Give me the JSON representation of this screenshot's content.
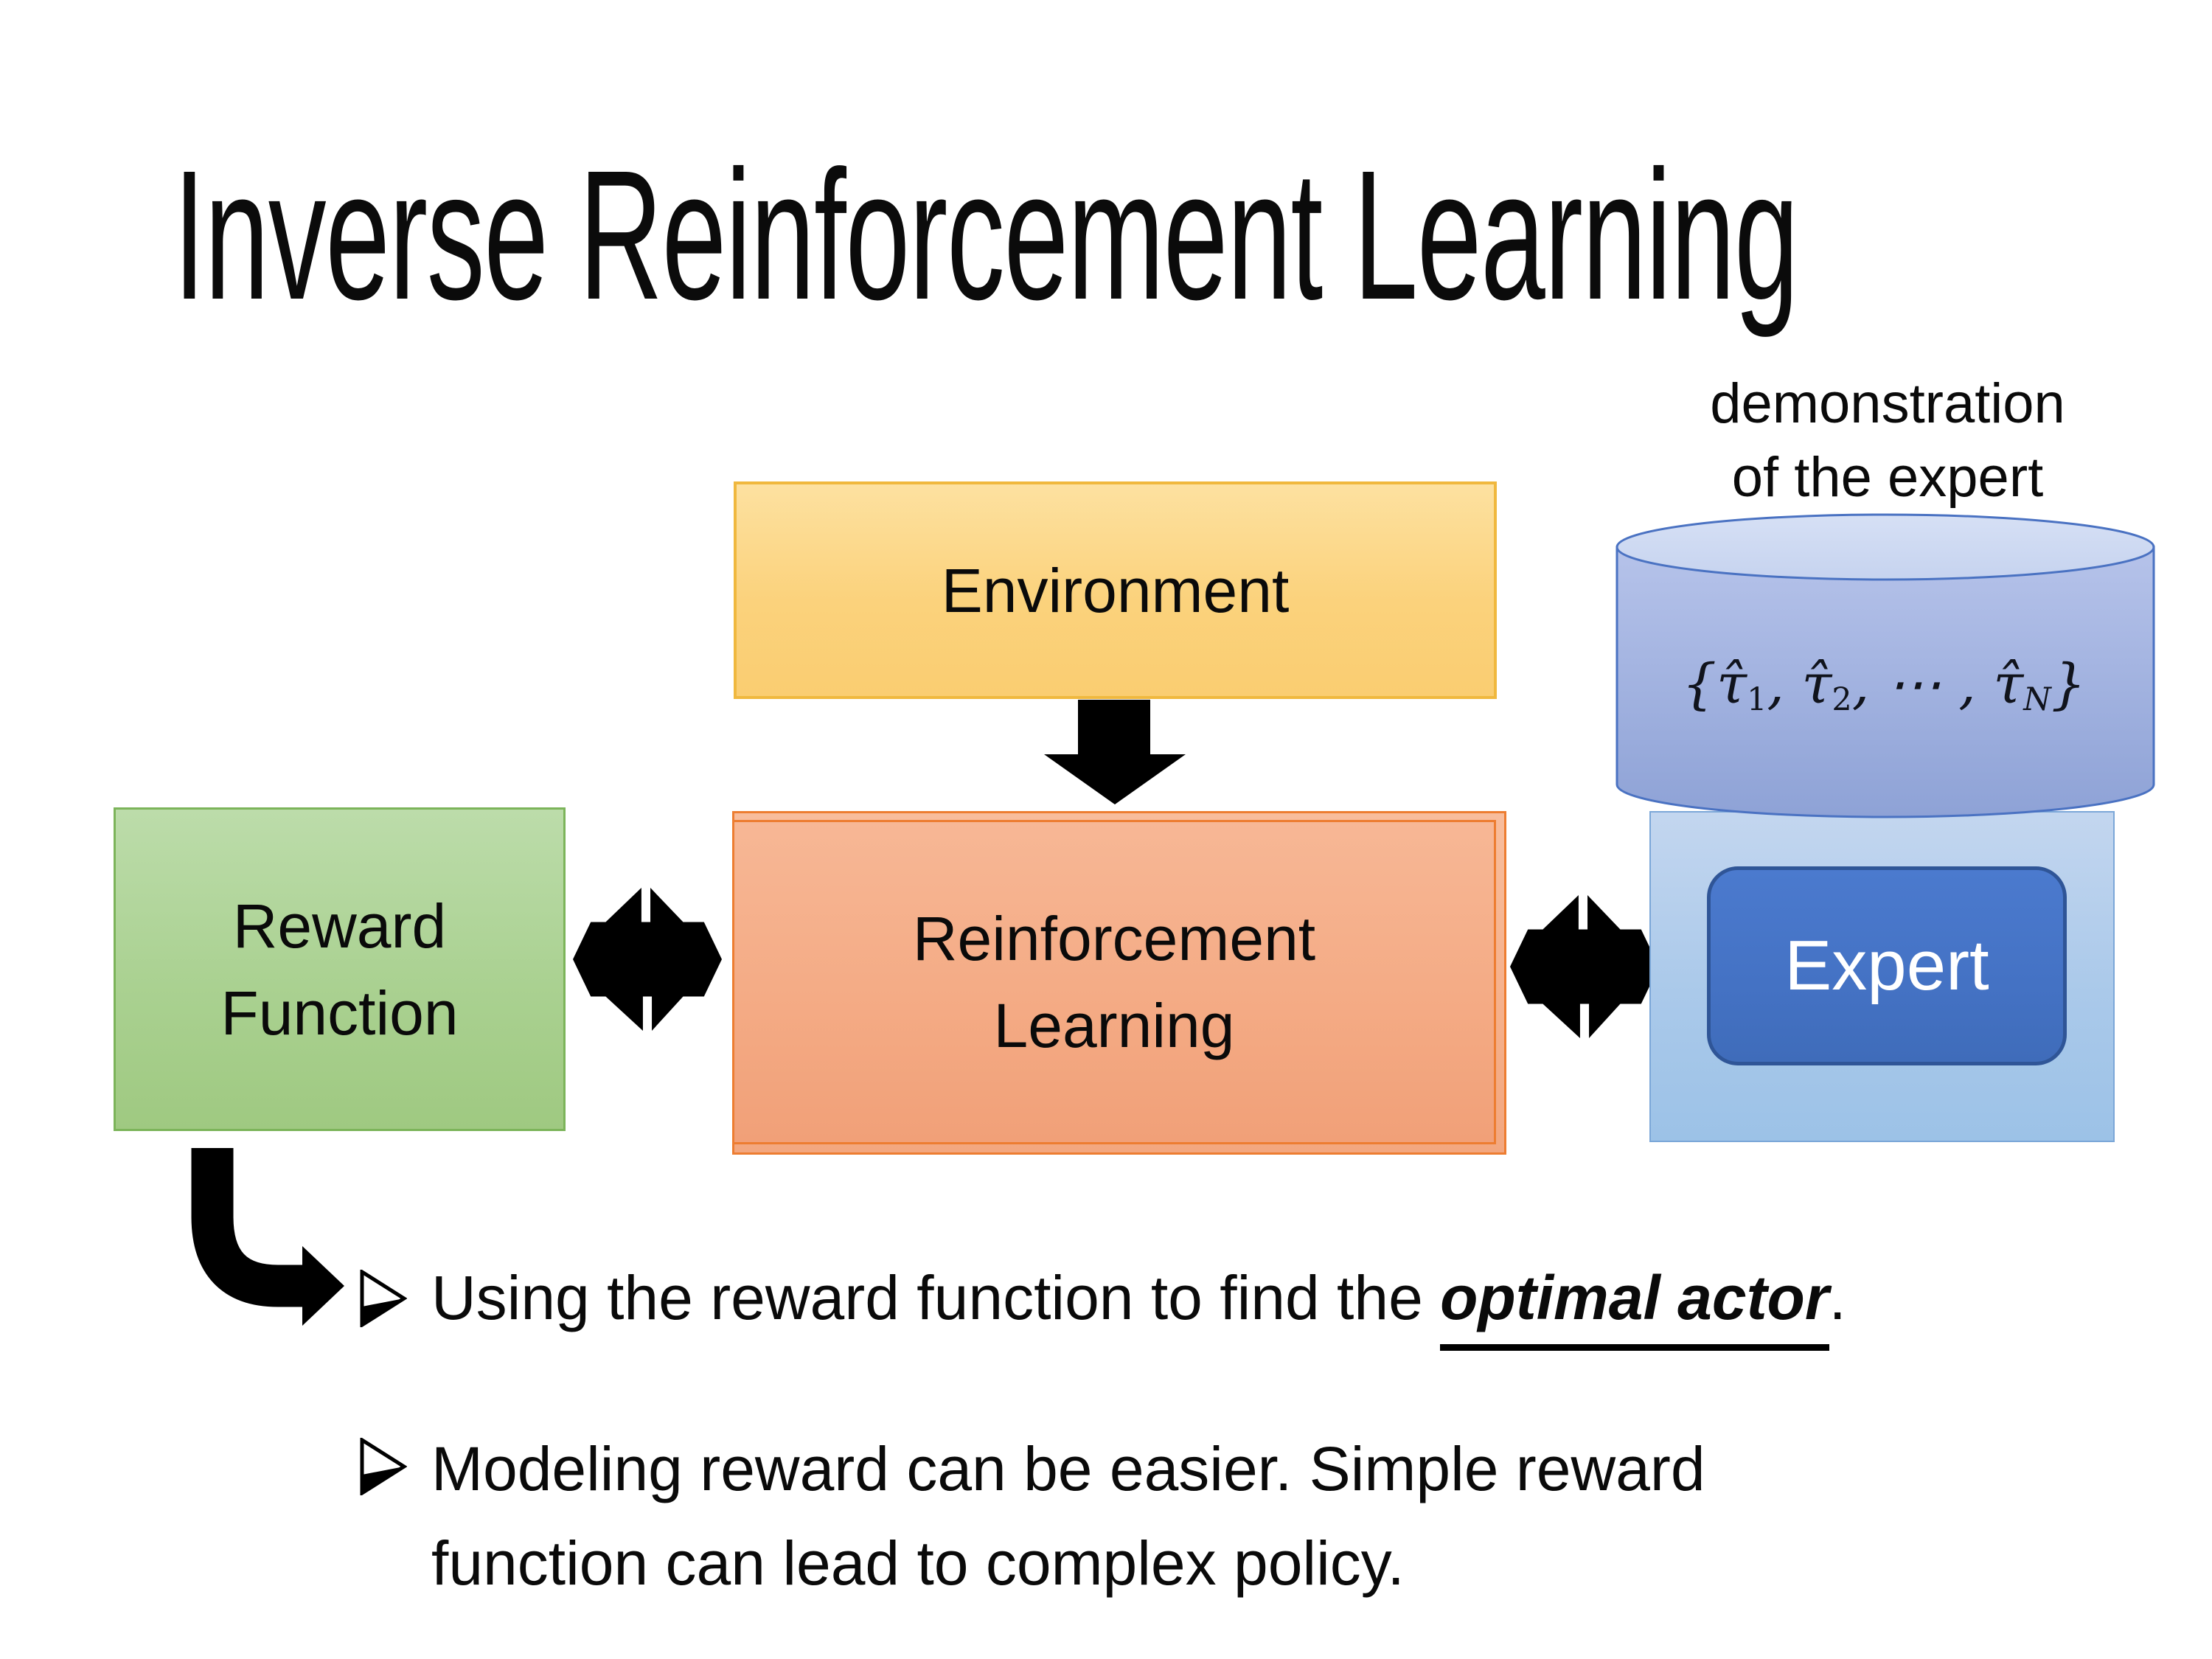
{
  "title": "Inverse Reinforcement Learning",
  "annotation": {
    "line1": "demonstration",
    "line2": "of the expert"
  },
  "boxes": {
    "environment": {
      "label": "Environment"
    },
    "reward_function": {
      "line1": "Reward",
      "line2": "Function"
    },
    "reinforcement_learning": {
      "line1": "Reinforcement",
      "line2": "Learning"
    },
    "expert": {
      "label": "Expert"
    }
  },
  "database": {
    "t1": "{τ̂",
    "s1": "1",
    "t2": ", τ̂",
    "s2": "2",
    "t3": ", ⋯ , τ̂",
    "s3": "N",
    "t4": "}"
  },
  "bullets": [
    {
      "prefix": "Using the reward function to find the ",
      "emphasis": "optimal actor",
      "suffix": "."
    },
    {
      "text": "Modeling reward can be easier. Simple reward function can lead to complex policy."
    }
  ],
  "colors": {
    "environment_fill": "#fbd27c",
    "environment_border": "#f0b83e",
    "rl_fill": "#f4ab85",
    "rl_border": "#ed7d31",
    "reward_fill": "#aad191",
    "reward_border": "#7cb45a",
    "expert_panel_fill": "#aac9ea",
    "expert_box_fill": "#4472c4",
    "expert_box_border": "#2f5597",
    "cylinder_fill": "#9fb0dd",
    "cylinder_top_fill": "#d0dbf3",
    "cylinder_stroke": "#4a72c2",
    "arrow_color": "#000000",
    "text_color": "#0a0a0a"
  }
}
